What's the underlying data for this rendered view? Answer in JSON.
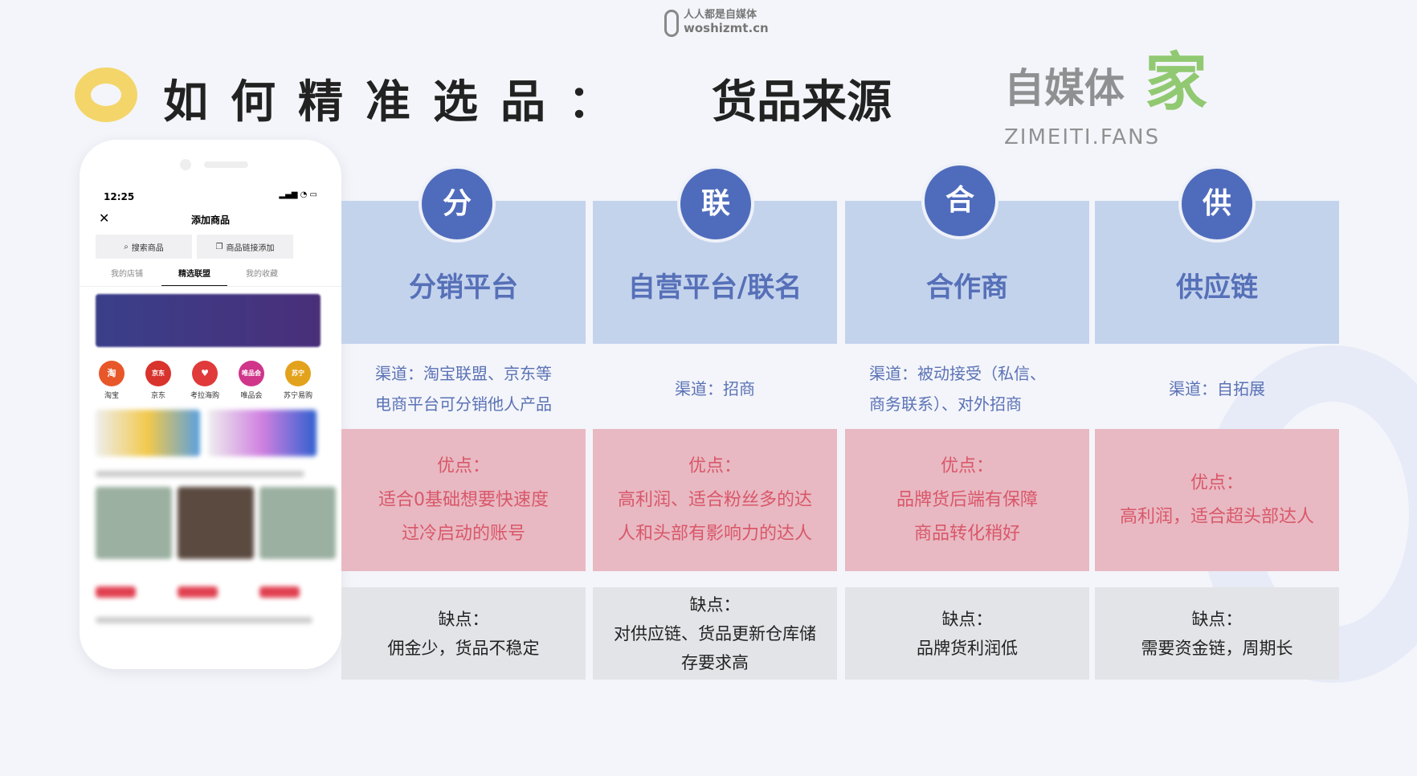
{
  "brand": {
    "logo_text_cn": "人人都是自媒体",
    "logo_text_en": "woshizmt.cn"
  },
  "title": {
    "main": "如何精准选品：",
    "sub": "货品来源"
  },
  "phone": {
    "time": "12:25",
    "page_title": "添加商品",
    "search_button": "搜索商品",
    "link_button": "商品链接添加",
    "tabs": [
      {
        "label": "我的店铺"
      },
      {
        "label": "精选联盟",
        "active": true
      },
      {
        "label": "我的收藏"
      }
    ],
    "shops": [
      {
        "label": "淘宝",
        "icon": "淘",
        "color": "#e8572a"
      },
      {
        "label": "京东",
        "icon": "京东",
        "color": "#d8332c"
      },
      {
        "label": "考拉海购",
        "icon": "♥",
        "color": "#e03a3a"
      },
      {
        "label": "唯品会",
        "icon": "唯品会",
        "color": "#d0358a"
      },
      {
        "label": "苏宁易购",
        "icon": "苏宁",
        "color": "#e3a21c"
      }
    ]
  },
  "watermark": {
    "cn": "自媒体",
    "jia": "家",
    "en": "ZIMEITI.FANS"
  },
  "columns": [
    {
      "badge": "分",
      "title": "分销平台",
      "channel": [
        "渠道：淘宝联盟、京东等",
        "电商平台可分销他人产品"
      ],
      "pros": [
        "优点：",
        "适合0基础想要快速度",
        "过冷启动的账号"
      ],
      "cons": [
        "缺点：",
        "佣金少，货品不稳定"
      ]
    },
    {
      "badge": "联",
      "title": "自营平台/联名",
      "channel": [
        "渠道：招商"
      ],
      "pros": [
        "优点：",
        "高利润、适合粉丝多的达",
        "人和头部有影响力的达人"
      ],
      "cons": [
        "缺点：",
        "对供应链、货品更新仓库储",
        "存要求高"
      ]
    },
    {
      "badge": "合",
      "title": "合作商",
      "channel": [
        "渠道：被动接受（私信、",
        "商务联系）、对外招商"
      ],
      "pros": [
        "优点：",
        "品牌货后端有保障",
        "商品转化稍好"
      ],
      "cons": [
        "缺点：",
        "品牌货利润低"
      ]
    },
    {
      "badge": "供",
      "title": "供应链",
      "channel": [
        "渠道：自拓展"
      ],
      "pros": [
        "优点：",
        "高利润，适合超头部达人"
      ],
      "cons": [
        "缺点：",
        "需要资金链，周期长"
      ]
    }
  ],
  "colors": {
    "accent_blue": "#4f6cbc",
    "header_bg": "#c4d3ec",
    "pros_bg": "#e8b9c2",
    "pros_text": "#d9576a",
    "cons_bg": "#e3e4e8",
    "ring": "#f3d56a"
  }
}
